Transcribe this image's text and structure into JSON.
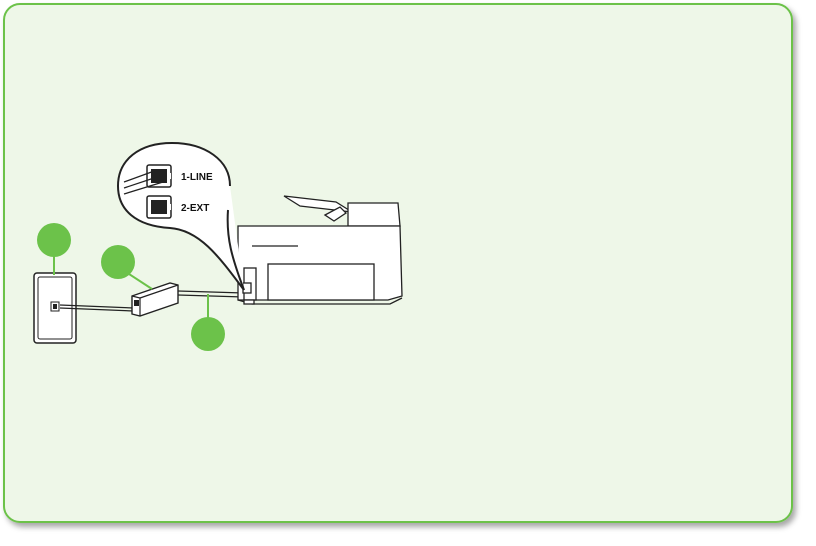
{
  "panel": {
    "background": "#eef7e8",
    "border_color": "#6cc24a"
  },
  "callout_color": "#6cc24a",
  "callouts": [
    {
      "id": "wall-jack",
      "text": ""
    },
    {
      "id": "dsl-filter",
      "text": ""
    },
    {
      "id": "phone-cord",
      "text": ""
    }
  ],
  "ports": {
    "line_label": "1-LINE",
    "ext_label": "2-EXT"
  },
  "icons": [
    "wall-jack-icon",
    "dsl-filter-icon",
    "printer-icon",
    "phone-port-icon"
  ]
}
